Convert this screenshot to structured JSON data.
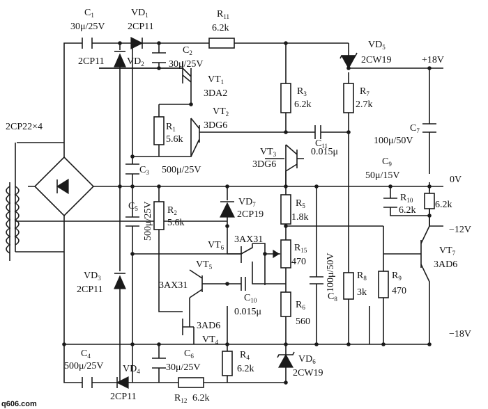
{
  "bridge": {
    "name": "2CP22×4"
  },
  "rails": {
    "plus18": "+18V",
    "zero": "0V",
    "minus12": "−12V",
    "minus18": "−18V"
  },
  "parts": {
    "C1": {
      "base": "C",
      "sub": "1",
      "value": "30μ/25V"
    },
    "VD1": {
      "base": "VD",
      "sub": "1",
      "value": "2CP11"
    },
    "R11": {
      "base": "R",
      "sub": "11",
      "value": "6.2k"
    },
    "VD5": {
      "base": "VD",
      "sub": "5",
      "value": "2CW19"
    },
    "VD2": {
      "base": "VD",
      "sub": "2",
      "value": "2CP11"
    },
    "C2": {
      "base": "C",
      "sub": "2",
      "value": "30μ/25V"
    },
    "VT1": {
      "base": "VT",
      "sub": "1",
      "value": "3DA2"
    },
    "VT2": {
      "base": "VT",
      "sub": "2",
      "value": "3DG6"
    },
    "R3": {
      "base": "R",
      "sub": "3",
      "value": "6.2k"
    },
    "R7": {
      "base": "R",
      "sub": "7",
      "value": "2.7k"
    },
    "R1": {
      "base": "R",
      "sub": "1",
      "value": "5.6k"
    },
    "C7": {
      "base": "C",
      "sub": "7",
      "value": "100μ/50V"
    },
    "C11": {
      "base": "C",
      "sub": "11",
      "value": "0.015μ"
    },
    "VT3": {
      "base": "VT",
      "sub": "3",
      "value": "3DG6"
    },
    "C3": {
      "base": "C",
      "sub": "3",
      "value": "500μ/25V"
    },
    "C9": {
      "base": "C",
      "sub": "9",
      "value": "50μ/15V"
    },
    "C5": {
      "base": "C",
      "sub": "5",
      "value": "500μ/25V"
    },
    "VD7": {
      "base": "VD",
      "sub": "7",
      "value": "2CP19"
    },
    "R10": {
      "base": "R",
      "sub": "10",
      "value": "6.2k"
    },
    "R10b": {
      "value": "6.2k"
    },
    "R2": {
      "base": "R",
      "sub": "2",
      "value": "5.6k"
    },
    "R5": {
      "base": "R",
      "sub": "5",
      "value": "1.8k"
    },
    "VT6": {
      "base": "VT",
      "sub": "6",
      "value": "3AX31"
    },
    "R15": {
      "base": "R",
      "sub": "15",
      "value": "470"
    },
    "VT7": {
      "base": "VT",
      "sub": "7",
      "value": "3AD6"
    },
    "VT5": {
      "base": "VT",
      "sub": "5",
      "value": "3AX31"
    },
    "C8": {
      "base": "C",
      "sub": "8",
      "value": "100μ/50V"
    },
    "R8": {
      "base": "R",
      "sub": "8",
      "value": "3k"
    },
    "R9": {
      "base": "R",
      "sub": "9",
      "value": "470"
    },
    "VD3": {
      "base": "VD",
      "sub": "3",
      "value": "2CP11"
    },
    "C10": {
      "base": "C",
      "sub": "10",
      "value": "0.015μ"
    },
    "R6": {
      "base": "R",
      "sub": "6",
      "value": "560"
    },
    "VT4": {
      "base": "VT",
      "sub": "4",
      "value": "3AD6"
    },
    "C4": {
      "base": "C",
      "sub": "4",
      "value": "500μ/25V"
    },
    "C6": {
      "base": "C",
      "sub": "6",
      "value": "30μ/25V"
    },
    "R4": {
      "base": "R",
      "sub": "4",
      "value": "6.2k"
    },
    "VD6": {
      "base": "VD",
      "sub": "6",
      "value": "2CW19"
    },
    "VD4": {
      "base": "VD",
      "sub": "4",
      "value": "2CP11"
    },
    "R12": {
      "base": "R",
      "sub": "12",
      "value": "6.2k"
    }
  },
  "watermark": "q606.com"
}
